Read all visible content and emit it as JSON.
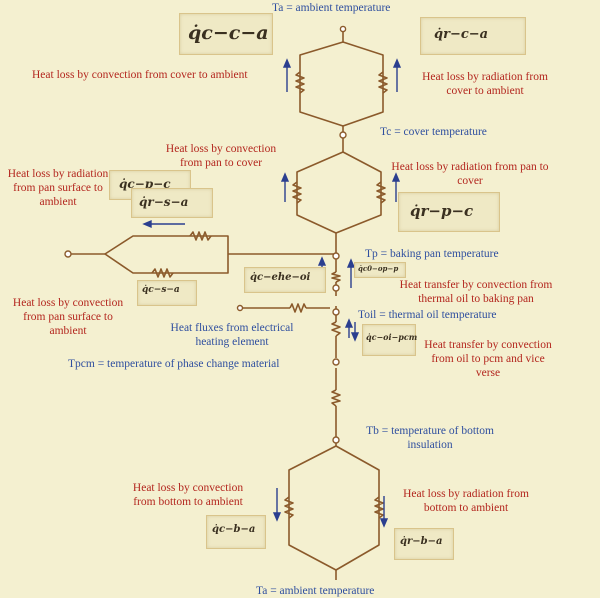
{
  "nodes": {
    "ambient_top": "Ta = ambient temperature",
    "cover": "Tc = cover temperature",
    "pan": "Tp = baking pan temperature",
    "oil": "Toil = thermal oil temperature",
    "pcm": "Tpcm = temperature of phase change material",
    "bottom": "Tb = temperature of bottom insulation",
    "ambient_bottom": "Ta = ambient temperature"
  },
  "labels": {
    "conv_cover_ambient": "Heat loss by convection from cover to ambient",
    "rad_cover_ambient": "Heat loss by radiation from cover to ambient",
    "conv_pan_cover": "Heat loss by convection from pan to cover",
    "rad_pan_cover": "Heat loss by radiation from pan to cover",
    "rad_pan_surface_ambient": "Heat loss by radiation from pan surface to ambient",
    "conv_pan_surface_ambient": "Heat loss by convection from pan surface to ambient",
    "oil_to_pan": "Heat transfer by convection from thermal oil to baking pan",
    "heater": "Heat fluxes from electrical heating element",
    "oil_pcm": "Heat transfer by convection from oil to pcm and vice verse",
    "conv_bottom_ambient": "Heat loss by convection from bottom to ambient",
    "rad_bottom_ambient": "Heat loss by radiation from bottom to ambient"
  },
  "symbols": {
    "q_cca": "q̇c−c−a",
    "q_rca": "q̇r−c−a",
    "q_cpc": "q̇c−p−c",
    "q_rpc": "q̇r−p−c",
    "q_rsa": "q̇r−s−a",
    "q_csa": "q̇c−s−a",
    "q_cehe": "q̇c−ehe−oi",
    "q_coip": "q̇c0−op−p",
    "q_coipcm": "q̇c−oi−pcm",
    "q_cba": "q̇c−b−a",
    "q_rba": "q̇r−b−a"
  },
  "colors": {
    "wire": "#8b5a2b",
    "arrow": "#2b3f8f",
    "red_text": "#b3261e",
    "blue_text": "#2f4f9f",
    "background": "#f4f0d0"
  }
}
